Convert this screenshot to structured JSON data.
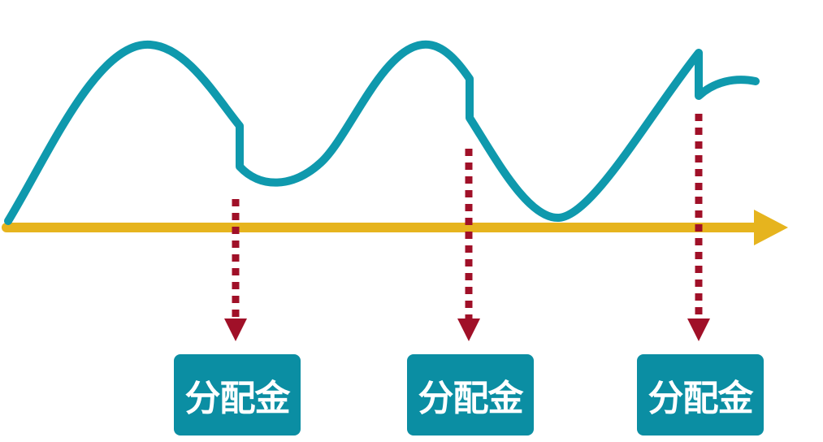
{
  "colors": {
    "curve": "#0f99ad",
    "axis": "#e6b41e",
    "dotted_arrow": "#a01028",
    "label_box": "#0b8ea3",
    "label_text": "#ffffff"
  },
  "labels": [
    {
      "text": "分配金"
    },
    {
      "text": "分配金"
    },
    {
      "text": "分配金"
    }
  ]
}
